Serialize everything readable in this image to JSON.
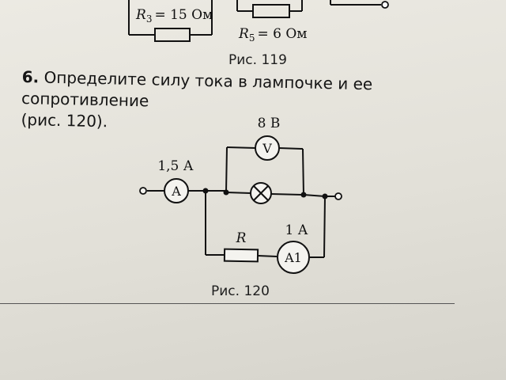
{
  "top": {
    "r3_label": "R",
    "r3_sub": "3",
    "r3_value": "= 15 Ом",
    "r5_label": "R",
    "r5_sub": "5",
    "r5_value": "= 6 Ом",
    "figure_caption": "Рис. 119"
  },
  "problem": {
    "number": "6.",
    "text_line1": "Определите силу тока в лампочке и ее сопротивление",
    "text_line2": "(рис. 120)."
  },
  "figure": {
    "ammeter_reading": "1,5 А",
    "ammeter_symbol": "A",
    "voltmeter_reading": "8 В",
    "voltmeter_symbol": "V",
    "resistor_label": "R",
    "ammeter1_reading": "1 А",
    "ammeter1_symbol": "A1",
    "caption": "Рис. 120"
  }
}
